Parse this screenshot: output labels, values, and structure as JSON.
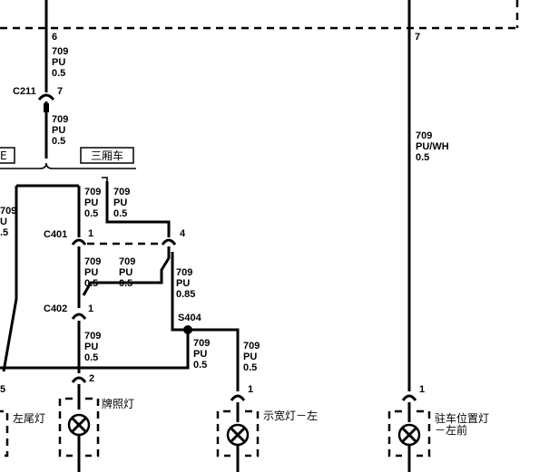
{
  "wires": {
    "w_top_left": [
      "709",
      "PU",
      "0.5"
    ],
    "w_after_c211": [
      "709",
      "PU",
      "0.5"
    ],
    "w_right_upper": [
      "709",
      "PU/WH",
      "0.5"
    ],
    "w_sedan_left": [
      "709",
      "PU",
      "0.5"
    ],
    "w_sedan_right": [
      "709",
      "PU",
      "0.5"
    ],
    "w_mid_left": [
      "709",
      "PU",
      "0.5"
    ],
    "w_mid_center": [
      "709",
      "PU",
      "0.5"
    ],
    "w_mid_right": [
      "709",
      "PU",
      "0.85"
    ],
    "w_lower_left": [
      "709",
      "PU",
      "0.5"
    ],
    "w_s404_left": [
      "709",
      "PU",
      "0.5"
    ],
    "w_s404_right": [
      "709",
      "PU",
      "0.5"
    ],
    "w_far_left": [
      "709",
      "U",
      ".5"
    ]
  },
  "connectors": {
    "c211": "C211",
    "c401": "C401",
    "c402": "C402"
  },
  "splices": {
    "s404": "S404"
  },
  "pins": {
    "top_left": "6",
    "top_right": "7",
    "c211_pin": "7",
    "c401_pin_left": "1",
    "c401_pin_right": "4",
    "c402_pin": "1",
    "license_pin": "2",
    "far_left_pin": "5",
    "marker_pin": "1",
    "parking_pin": "1"
  },
  "labels": {
    "body_left_cut": "E",
    "body_sedan": "三厢车",
    "tail_lamp": "左尾灯",
    "license_lamp": "牌照灯",
    "marker_lamp": "示宽灯－左",
    "parking_lamp_line1": "驻车位置灯",
    "parking_lamp_line2": "－左前"
  }
}
